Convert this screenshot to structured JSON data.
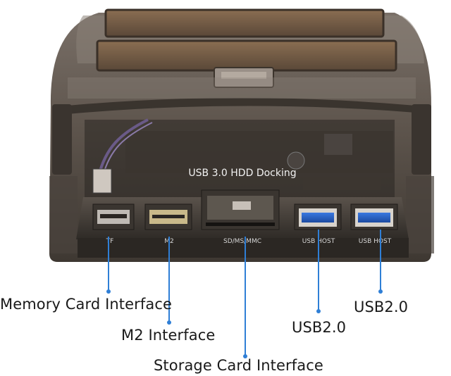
{
  "device": {
    "label_text": "USB 3.0 HDD Docking",
    "port_labels": {
      "tf": "TF",
      "m2": "M2",
      "sd": "SD/MS/MMC",
      "usb_host_left": "USB HOST",
      "usb_host_right": "USB HOST"
    }
  },
  "callouts": {
    "memory_card": "Memory Card Interface",
    "m2": "M2 Interface",
    "storage_card": "Storage Card Interface",
    "usb_left": "USB2.0",
    "usb_right": "USB2.0"
  },
  "colors": {
    "leader_line": "#2f7fd6",
    "usb_port": "#2a63c8",
    "shell": "#5b5148"
  }
}
